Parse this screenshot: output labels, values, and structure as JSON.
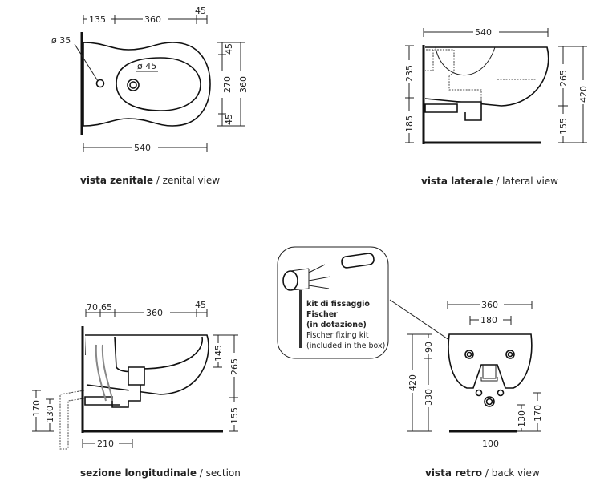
{
  "zenital": {
    "d135": "135",
    "d360": "360",
    "d45": "45",
    "d540": "540",
    "d45a": "45",
    "d270": "270",
    "d45b": "45",
    "d360v": "360",
    "hole35": "ø 35",
    "hole45": "ø 45",
    "caption_it": "vista zenitale",
    "caption_en": " / zenital view"
  },
  "lateral": {
    "d540": "540",
    "d235": "235",
    "d185": "185",
    "d265": "265",
    "d155": "155",
    "d420": "420",
    "caption_it": "vista laterale",
    "caption_en": " / lateral view"
  },
  "section": {
    "d70": "70",
    "d65": "65",
    "d360": "360",
    "d45": "45",
    "d145": "145",
    "d265": "265",
    "d155": "155",
    "d170": "170",
    "d130": "130",
    "d210": "210",
    "caption_it": "sezione longitudinale",
    "caption_en": " / section"
  },
  "kit": {
    "line1": "kit di fissaggio",
    "line2": "Fischer",
    "line3": "(in dotazione)",
    "line4": "Fischer fixing kit",
    "line5": "(included in the box)"
  },
  "back": {
    "d360": "360",
    "d180": "180",
    "d420": "420",
    "d90": "90",
    "d330": "330",
    "d130": "130",
    "d170": "170",
    "d100": "100",
    "caption_it": "vista retro",
    "caption_en": " / back view"
  }
}
